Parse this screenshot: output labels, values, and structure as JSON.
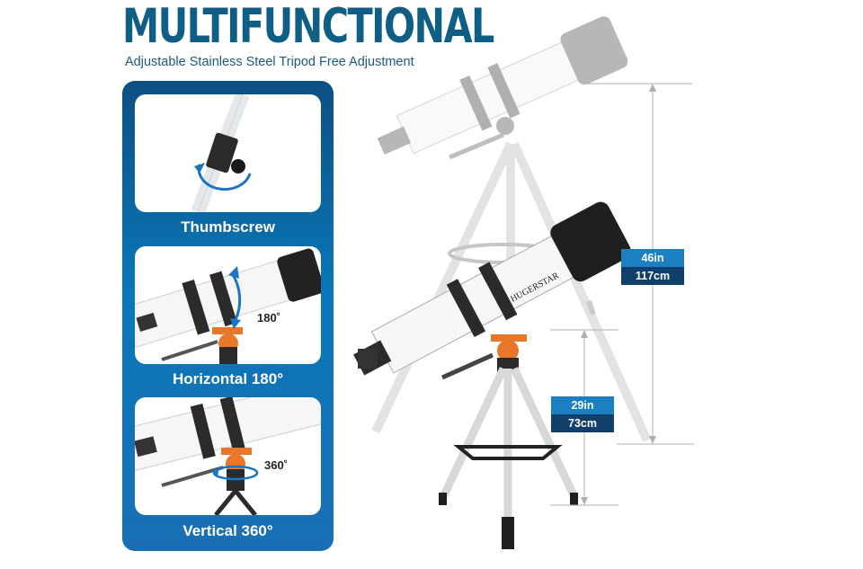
{
  "header": {
    "title": "MULTIFUNCTIONAL",
    "subtitle": "Adjustable Stainless Steel Tripod Free Adjustment"
  },
  "features": [
    {
      "caption": "Thumbscrew",
      "icon": "thumbscrew-rotate-arrow"
    },
    {
      "caption": "Horizontal 180°",
      "angle_label": "180˚",
      "icon": "tilt-arc-arrow"
    },
    {
      "caption": "Vertical 360°",
      "angle_label": "360˚",
      "icon": "rotation-ring-arrow"
    }
  ],
  "product": {
    "brand": "HUGERSTAR"
  },
  "dimensions": {
    "max_height": {
      "imperial": "46in",
      "metric": "117cm"
    },
    "min_height": {
      "imperial": "29in",
      "metric": "73cm"
    }
  },
  "colors": {
    "title": "#0f5e86",
    "panel_top": "#0d4f82",
    "panel_bottom": "#1a6fb4",
    "accent_orange": "#e8772a",
    "label_light": "#1c7fc2",
    "label_dark": "#0f3f6a"
  }
}
